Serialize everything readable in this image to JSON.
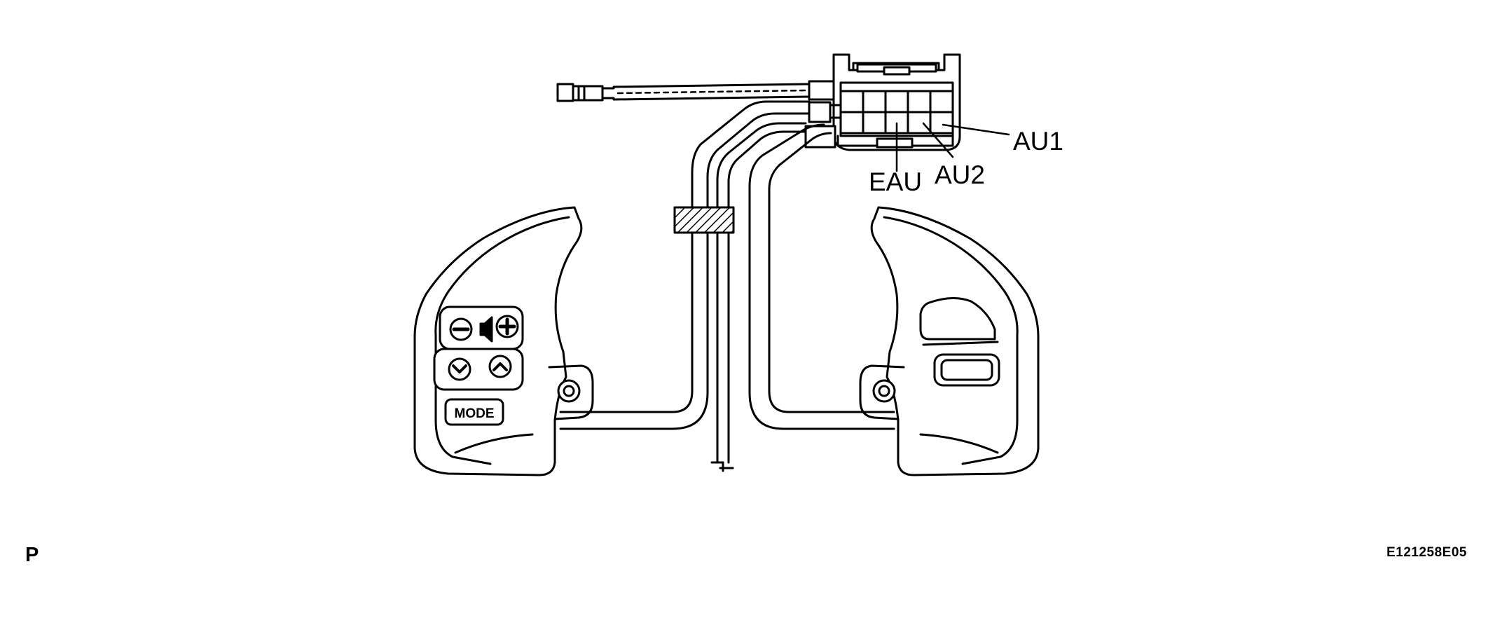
{
  "labels": {
    "au1": "AU1",
    "au2": "AU2",
    "eau": "EAU",
    "mode_button": "MODE"
  },
  "footer": {
    "view_letter": "P",
    "figure_id": "E121258E05"
  },
  "icons": {
    "vol_minus": "minus-circle",
    "speaker": "speaker",
    "vol_plus": "plus-circle",
    "seek_down": "chevron-down-circle",
    "seek_up": "chevron-up-circle"
  },
  "colors": {
    "line": "#000000",
    "background": "#ffffff"
  }
}
